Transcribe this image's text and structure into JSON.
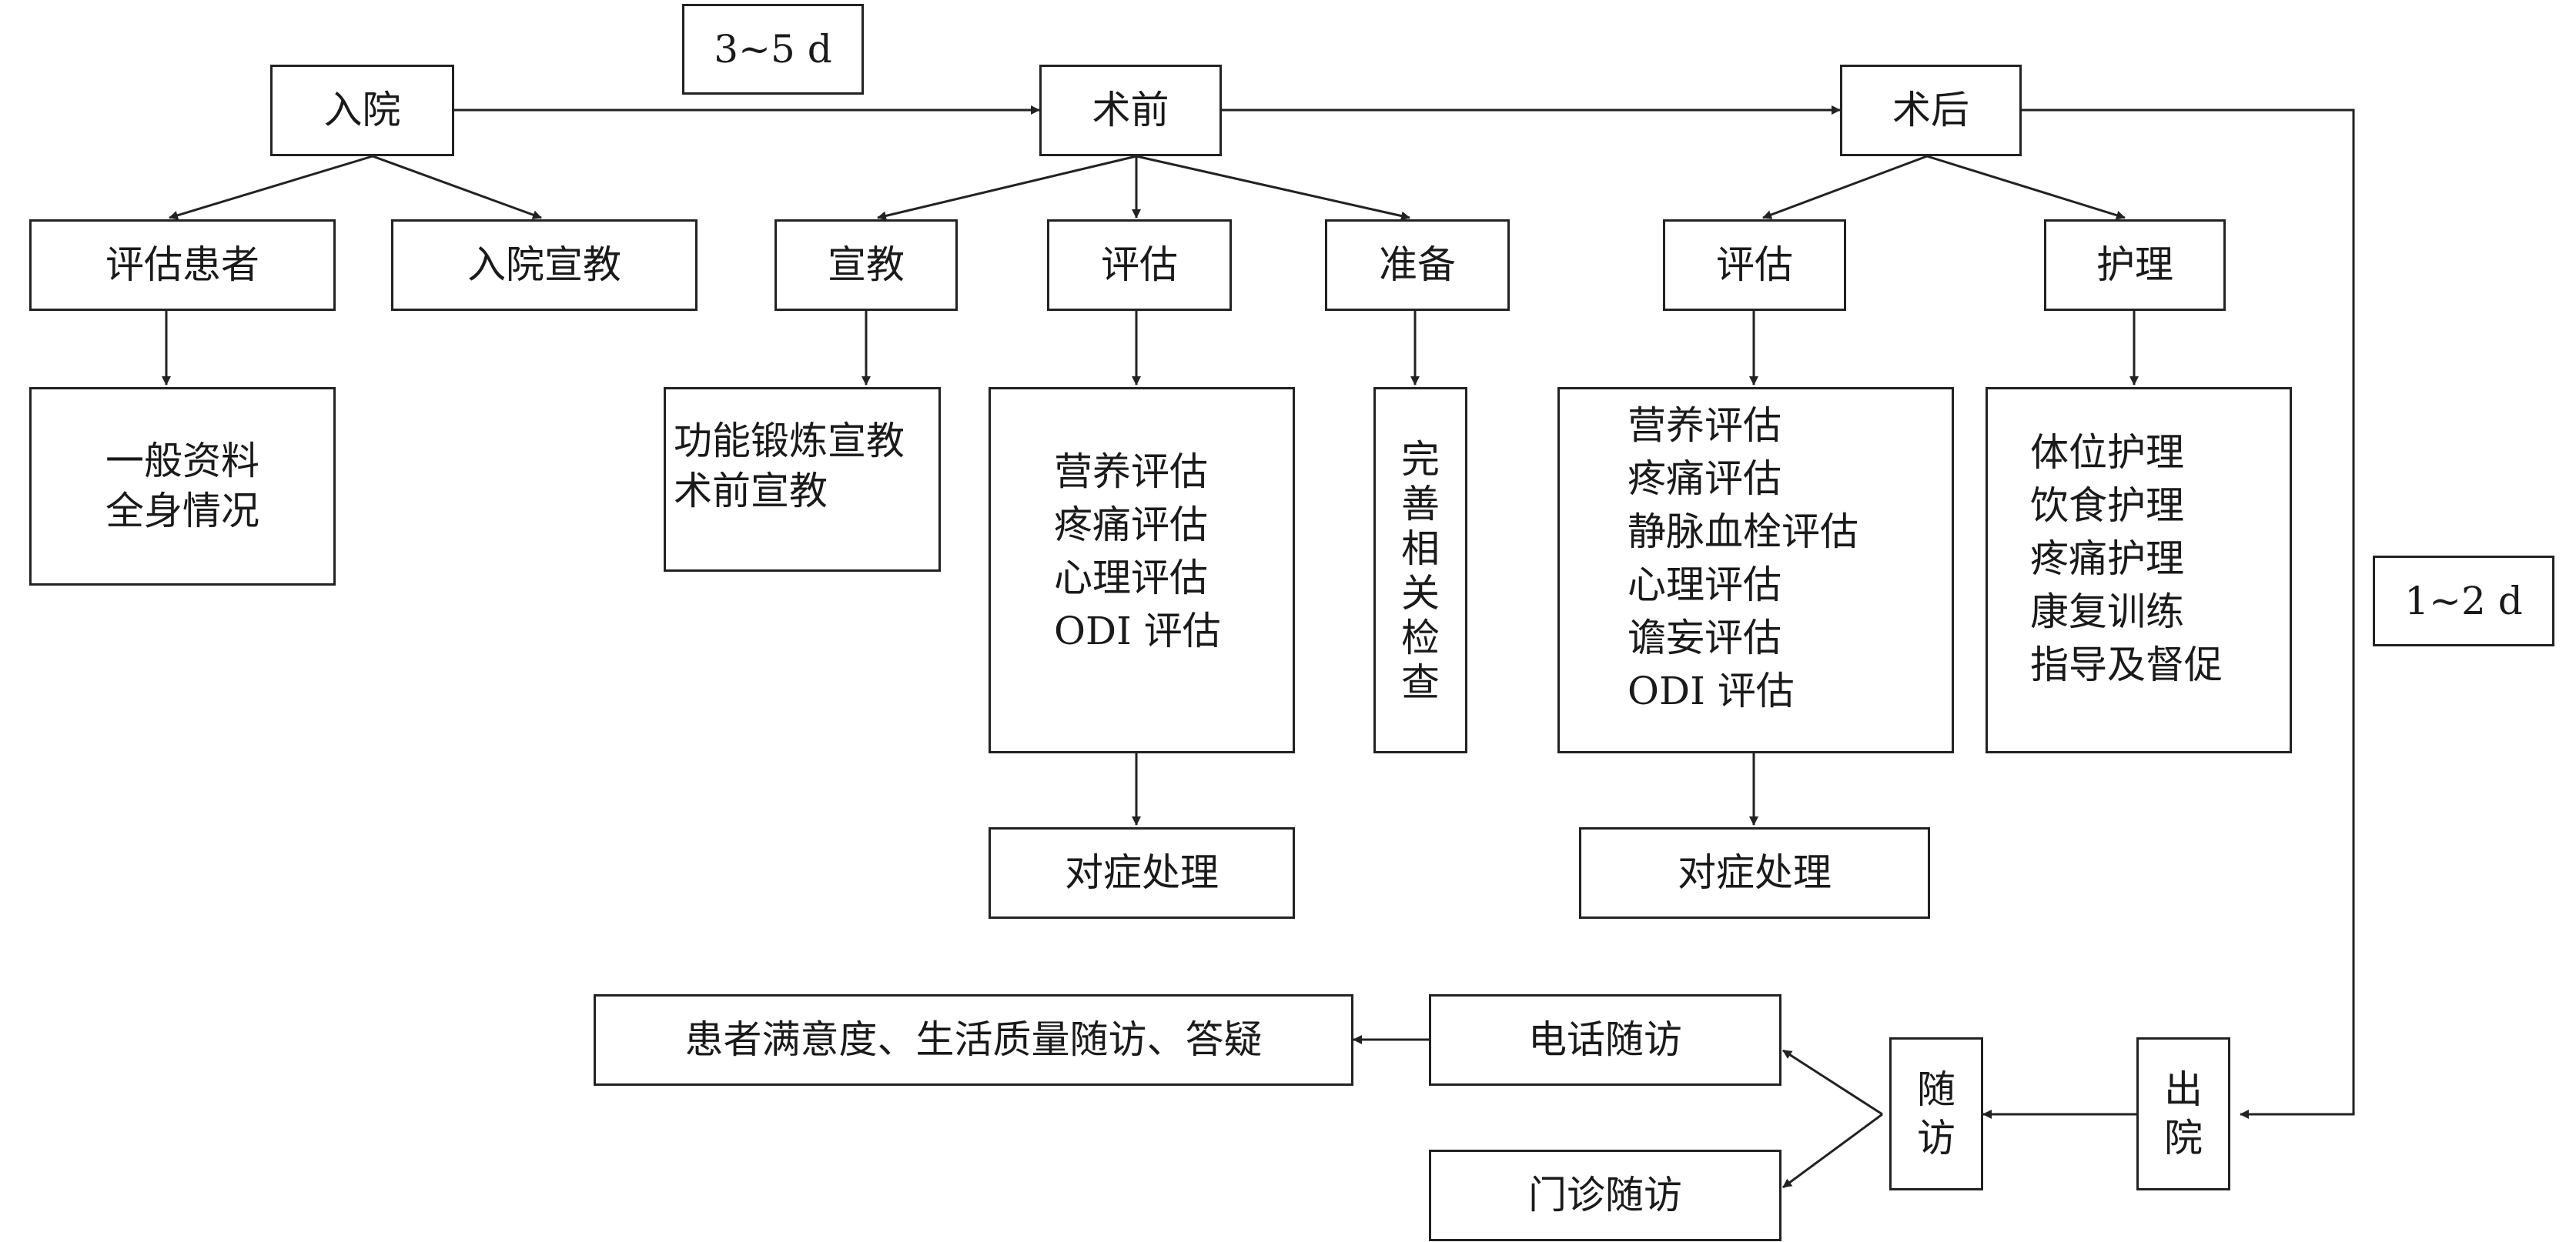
{
  "durations": {
    "preop": "3~5 d",
    "postop": "1~2 d"
  },
  "admission": {
    "title": "入院",
    "assess": {
      "title": "评估患者",
      "items": [
        "一般资料",
        "全身情况"
      ]
    },
    "education": {
      "title": "入院宣教"
    }
  },
  "preop": {
    "title": "术前",
    "education": {
      "title": "宣教",
      "items": [
        "功能锻炼宣教",
        "术前宣教"
      ]
    },
    "assess": {
      "title": "评估",
      "items": [
        "营养评估",
        "疼痛评估",
        "心理评估",
        "ODI 评估"
      ],
      "followup": "对症处理"
    },
    "prep": {
      "title": "准备",
      "items": [
        "完",
        "善",
        "相",
        "关",
        "检",
        "查"
      ]
    }
  },
  "postop": {
    "title": "术后",
    "assess": {
      "title": "评估",
      "items": [
        "营养评估",
        "疼痛评估",
        "静脉血栓评估",
        "心理评估",
        "谵妄评估",
        "ODI 评估"
      ],
      "followup": "对症处理"
    },
    "nursing": {
      "title": "护理",
      "items": [
        "体位护理",
        "饮食护理",
        "疼痛护理",
        "康复训练",
        "指导及督促"
      ]
    }
  },
  "discharge": {
    "title": [
      "出",
      "院"
    ]
  },
  "followup": {
    "title": [
      "随",
      "访"
    ],
    "phone": "电话随访",
    "phone_topics": "患者满意度、生活质量随访、答疑",
    "clinic": "门诊随访"
  },
  "colors": {
    "line": "#222222",
    "text": "#1a1a1a",
    "background": "#ffffff"
  }
}
